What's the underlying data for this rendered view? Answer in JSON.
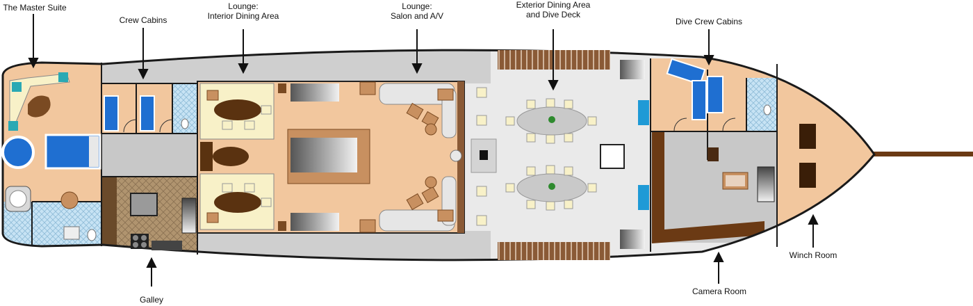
{
  "labels": {
    "master_suite": "The Master Suite",
    "crew_cabins": "Crew Cabins",
    "lounge_dining": {
      "line1": "Lounge:",
      "line2": "Interior Dining Area"
    },
    "lounge_salon": {
      "line1": "Lounge:",
      "line2": "Salon and A/V"
    },
    "exterior_dining": {
      "line1": "Exterior Dining Area",
      "line2": "and Dive Deck"
    },
    "dive_crew_cabins": "Dive Crew Cabins",
    "galley": "Galley",
    "camera_room": "Camera Room",
    "winch_room": "Winch Room"
  },
  "colors": {
    "hull_outline": "#1a1a1a",
    "wood_floor": "#f2c79e",
    "deck_light": "#eaeaea",
    "walkway_grey": "#cfcfcf",
    "tile_blue": "#bfe0f2",
    "bunk_blue": "#1f6fd1",
    "galley_tile": "#a78b6b",
    "dark_wood": "#4a2a12",
    "table_brown": "#5a3210",
    "glass_table": "#c9c9c9",
    "bowsprit": "#6b3a14"
  }
}
